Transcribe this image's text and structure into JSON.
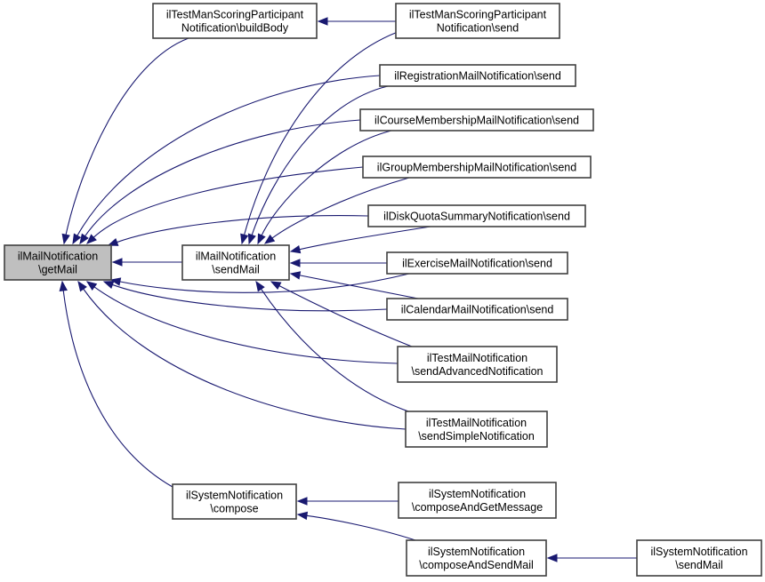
{
  "diagram": {
    "type": "call-graph",
    "edge_color": "#191970",
    "node_border_color": "#404040",
    "focus_fill": "#bfbfbf",
    "node_fill": "#ffffff",
    "focus_node": "getMail",
    "nodes": [
      {
        "id": "getMail",
        "lines": [
          "ilMailNotification",
          "\\getMail"
        ],
        "focus": true
      },
      {
        "id": "buildBody",
        "lines": [
          "ilTestManScoringParticipant",
          "Notification\\buildBody"
        ]
      },
      {
        "id": "sendMailMN",
        "lines": [
          "ilMailNotification",
          "\\sendMail"
        ]
      },
      {
        "id": "compose",
        "lines": [
          "ilSystemNotification",
          "\\compose"
        ]
      },
      {
        "id": "tmsSend",
        "lines": [
          "ilTestManScoringParticipant",
          "Notification\\send"
        ]
      },
      {
        "id": "regSend",
        "lines": [
          "ilRegistrationMailNotification\\send"
        ]
      },
      {
        "id": "courseSend",
        "lines": [
          "ilCourseMembershipMailNotification\\send"
        ]
      },
      {
        "id": "groupSend",
        "lines": [
          "ilGroupMembershipMailNotification\\send"
        ]
      },
      {
        "id": "diskSend",
        "lines": [
          "ilDiskQuotaSummaryNotification\\send"
        ]
      },
      {
        "id": "exSend",
        "lines": [
          "ilExerciseMailNotification\\send"
        ]
      },
      {
        "id": "calSend",
        "lines": [
          "ilCalendarMailNotification\\send"
        ]
      },
      {
        "id": "advSend",
        "lines": [
          "ilTestMailNotification",
          "\\sendAdvancedNotification"
        ]
      },
      {
        "id": "simpleSend",
        "lines": [
          "ilTestMailNotification",
          "\\sendSimpleNotification"
        ]
      },
      {
        "id": "getMsg",
        "lines": [
          "ilSystemNotification",
          "\\composeAndGetMessage"
        ]
      },
      {
        "id": "composeSend",
        "lines": [
          "ilSystemNotification",
          "\\composeAndSendMail"
        ]
      },
      {
        "id": "sysSendMail",
        "lines": [
          "ilSystemNotification",
          "\\sendMail"
        ]
      }
    ],
    "edges": [
      {
        "from": "buildBody",
        "to": "getMail"
      },
      {
        "from": "regSend",
        "to": "getMail"
      },
      {
        "from": "courseSend",
        "to": "getMail"
      },
      {
        "from": "groupSend",
        "to": "getMail"
      },
      {
        "from": "diskSend",
        "to": "getMail"
      },
      {
        "from": "sendMailMN",
        "to": "getMail"
      },
      {
        "from": "exSend",
        "to": "getMail"
      },
      {
        "from": "calSend",
        "to": "getMail"
      },
      {
        "from": "advSend",
        "to": "getMail"
      },
      {
        "from": "simpleSend",
        "to": "getMail"
      },
      {
        "from": "compose",
        "to": "getMail"
      },
      {
        "from": "tmsSend",
        "to": "buildBody"
      },
      {
        "from": "tmsSend",
        "to": "sendMailMN"
      },
      {
        "from": "regSend",
        "to": "sendMailMN"
      },
      {
        "from": "courseSend",
        "to": "sendMailMN"
      },
      {
        "from": "groupSend",
        "to": "sendMailMN"
      },
      {
        "from": "diskSend",
        "to": "sendMailMN"
      },
      {
        "from": "exSend",
        "to": "sendMailMN"
      },
      {
        "from": "calSend",
        "to": "sendMailMN"
      },
      {
        "from": "advSend",
        "to": "sendMailMN"
      },
      {
        "from": "simpleSend",
        "to": "sendMailMN"
      },
      {
        "from": "getMsg",
        "to": "compose"
      },
      {
        "from": "composeSend",
        "to": "compose"
      },
      {
        "from": "sysSendMail",
        "to": "composeSend"
      }
    ]
  }
}
